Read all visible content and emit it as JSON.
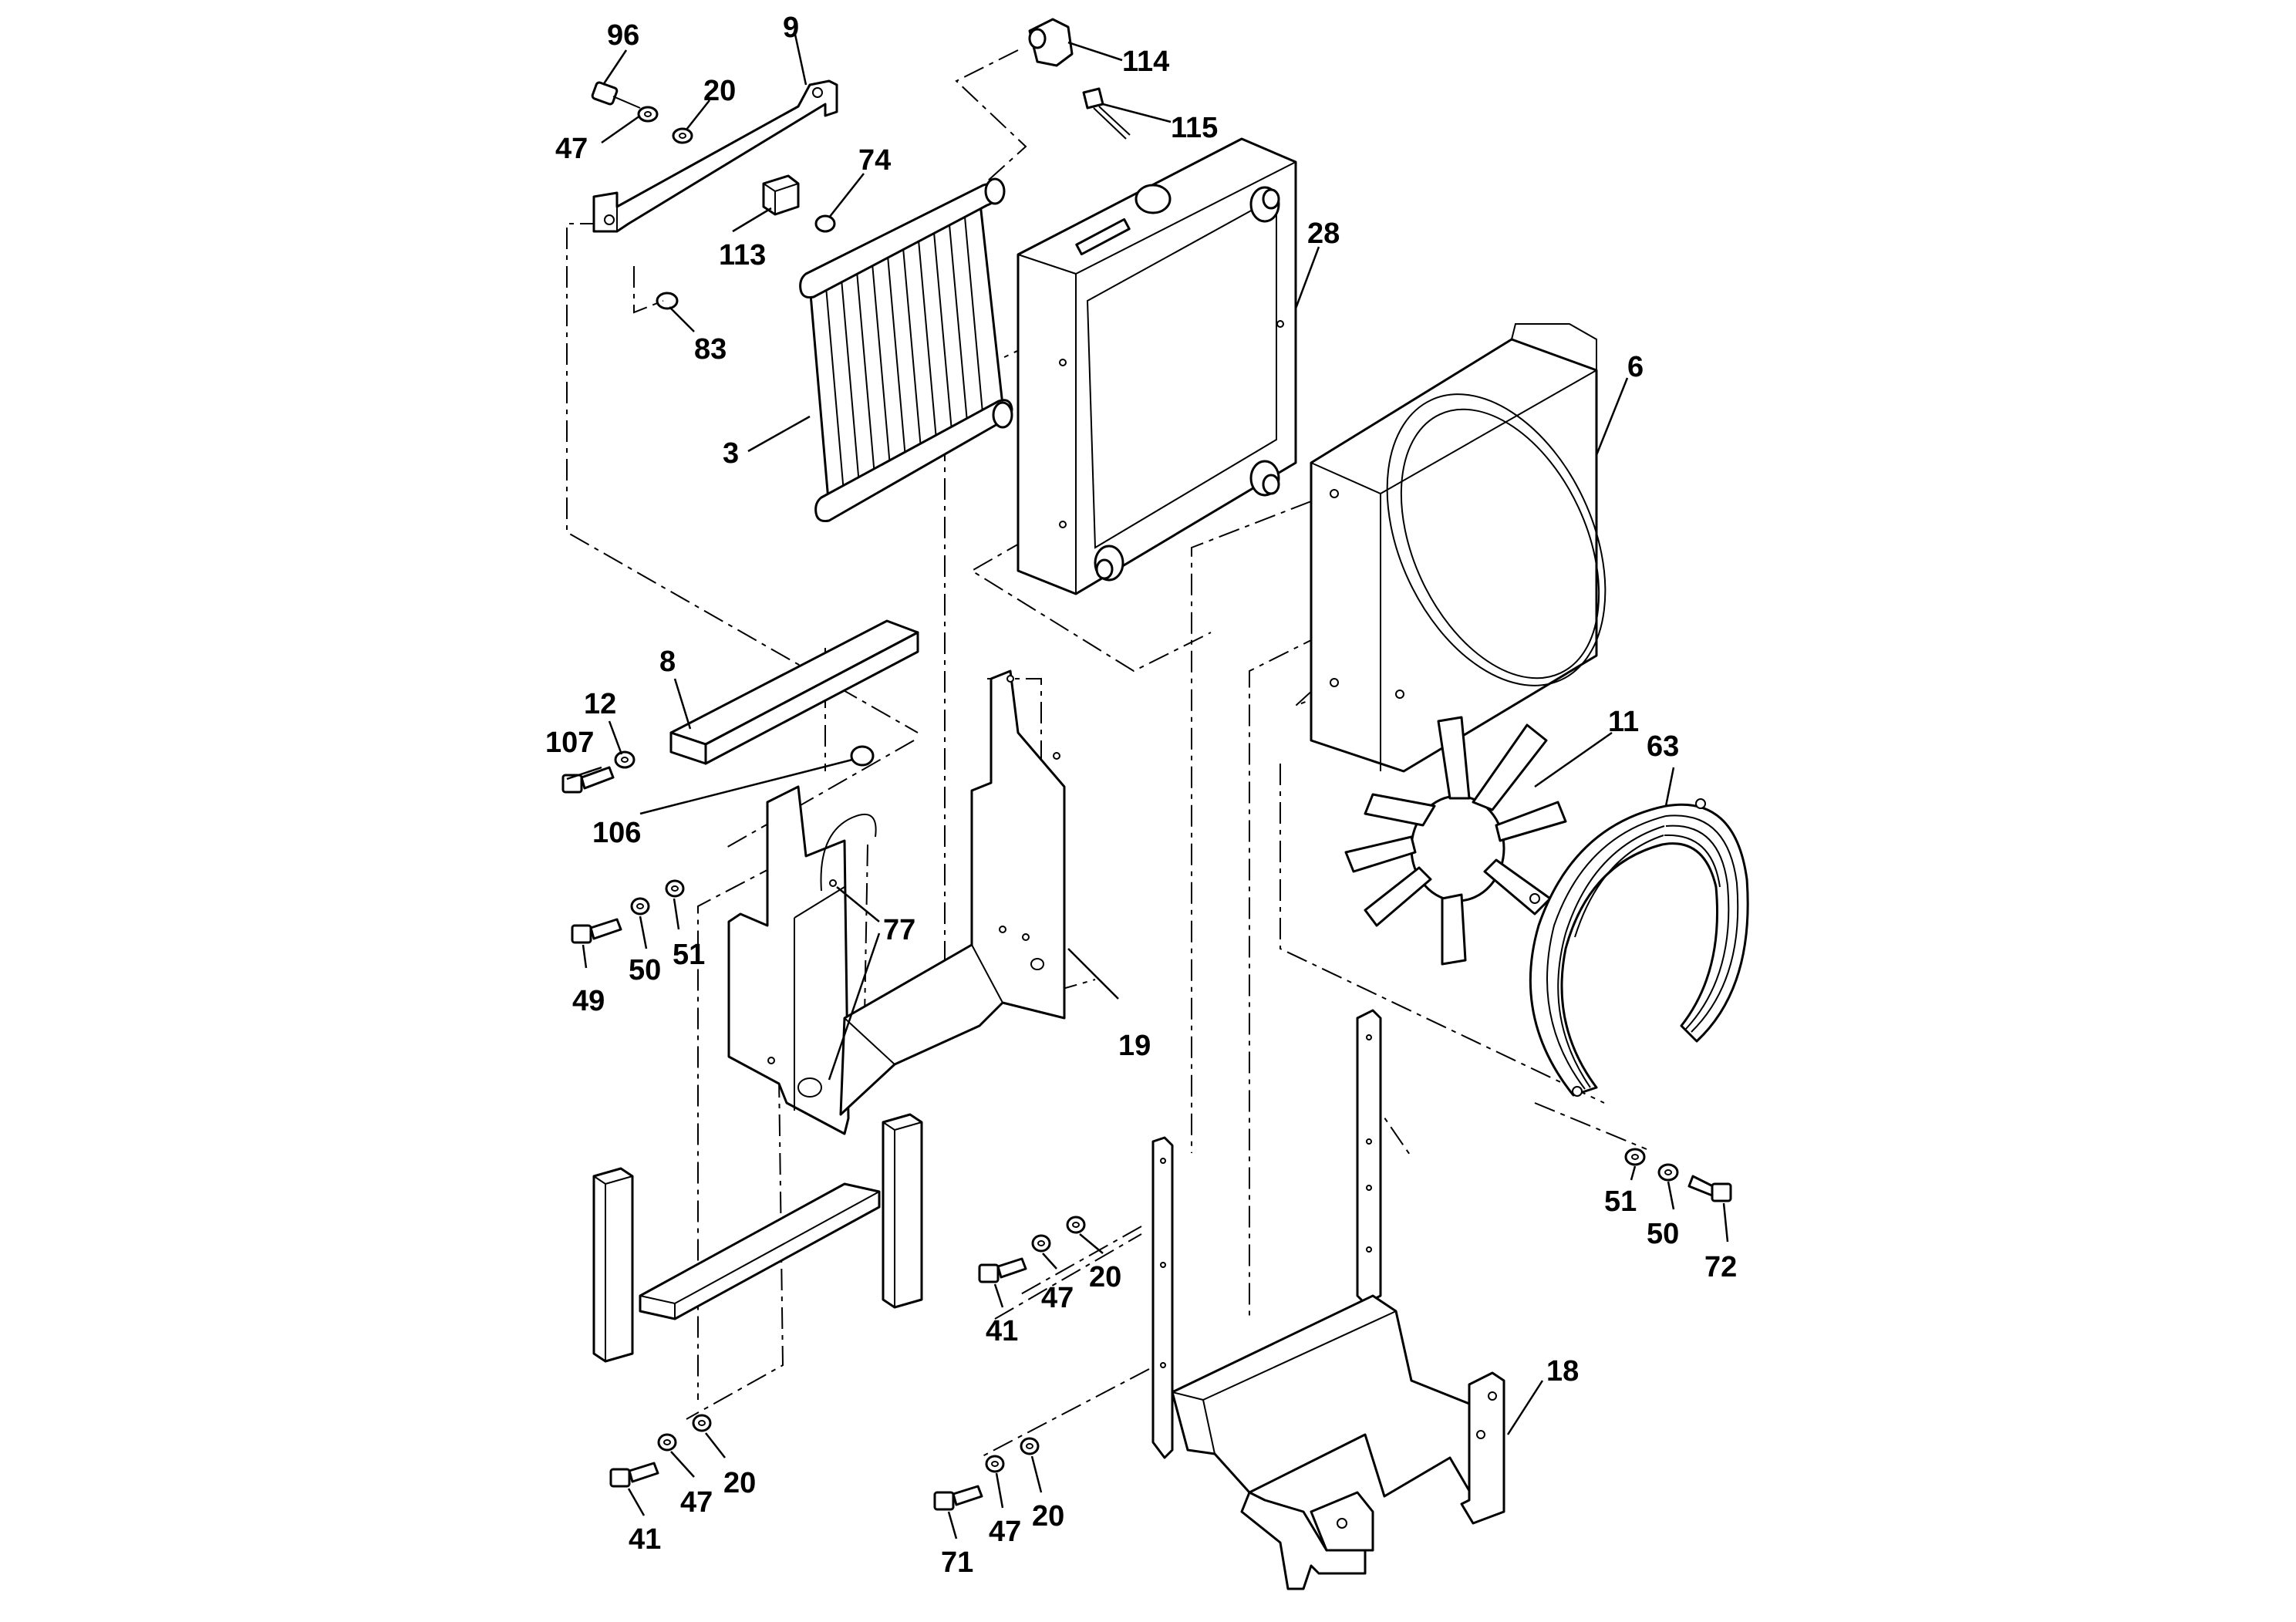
{
  "callouts": [
    {
      "id": "c96",
      "label": "96"
    },
    {
      "id": "c9",
      "label": "9"
    },
    {
      "id": "c20a",
      "label": "20"
    },
    {
      "id": "c47a",
      "label": "47"
    },
    {
      "id": "c114",
      "label": "114"
    },
    {
      "id": "c115",
      "label": "115"
    },
    {
      "id": "c74",
      "label": "74"
    },
    {
      "id": "c113",
      "label": "113"
    },
    {
      "id": "c83",
      "label": "83"
    },
    {
      "id": "c28",
      "label": "28"
    },
    {
      "id": "c6",
      "label": "6"
    },
    {
      "id": "c3",
      "label": "3"
    },
    {
      "id": "c8",
      "label": "8"
    },
    {
      "id": "c12",
      "label": "12"
    },
    {
      "id": "c107",
      "label": "107"
    },
    {
      "id": "c106",
      "label": "106"
    },
    {
      "id": "c11",
      "label": "11"
    },
    {
      "id": "c63",
      "label": "63"
    },
    {
      "id": "c77",
      "label": "77"
    },
    {
      "id": "c49",
      "label": "49"
    },
    {
      "id": "c50a",
      "label": "50"
    },
    {
      "id": "c51a",
      "label": "51"
    },
    {
      "id": "c19",
      "label": "19"
    },
    {
      "id": "c51b",
      "label": "51"
    },
    {
      "id": "c50b",
      "label": "50"
    },
    {
      "id": "c72",
      "label": "72"
    },
    {
      "id": "c20b",
      "label": "20"
    },
    {
      "id": "c47b",
      "label": "47"
    },
    {
      "id": "c41a",
      "label": "41"
    },
    {
      "id": "c18",
      "label": "18"
    },
    {
      "id": "c41b",
      "label": "41"
    },
    {
      "id": "c47c",
      "label": "47"
    },
    {
      "id": "c20c",
      "label": "20"
    },
    {
      "id": "c71",
      "label": "71"
    },
    {
      "id": "c47d",
      "label": "47"
    },
    {
      "id": "c20d",
      "label": "20"
    }
  ]
}
